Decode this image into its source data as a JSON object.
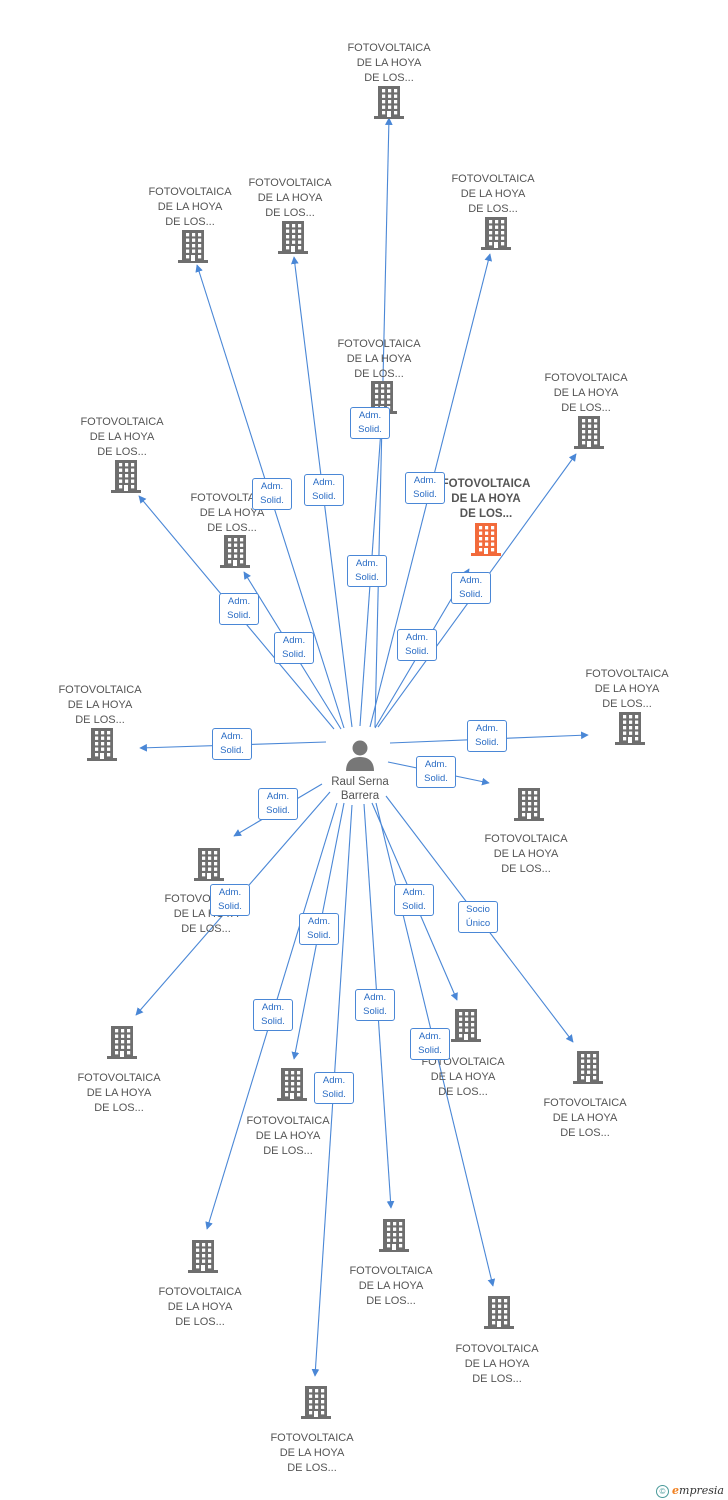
{
  "colors": {
    "edge": "#4a87d6",
    "company_icon": "#6e6e6e",
    "company_icon_highlight": "#f26a3b",
    "person_icon": "#777777",
    "edge_label_text": "#2a6cc4"
  },
  "center": {
    "name": "Raul Serna\nBarrera",
    "icon": "person-icon"
  },
  "companies": [
    {
      "id": "c1",
      "label": "FOTOVOLTAICA\nDE LA HOYA\nDE LOS...",
      "icon": "building-icon",
      "highlight": false,
      "relation": "Adm.\nSolid."
    },
    {
      "id": "c2",
      "label": "FOTOVOLTAICA\nDE LA HOYA\nDE LOS...",
      "icon": "building-icon",
      "highlight": false,
      "relation": "Adm.\nSolid."
    },
    {
      "id": "c3",
      "label": "FOTOVOLTAICA\nDE LA HOYA\nDE LOS...",
      "icon": "building-icon",
      "highlight": false,
      "relation": "Adm.\nSolid."
    },
    {
      "id": "c4",
      "label": "FOTOVOLTAICA\nDE LA HOYA\nDE LOS...",
      "icon": "building-icon",
      "highlight": false,
      "relation": "Adm.\nSolid."
    },
    {
      "id": "c5",
      "label": "FOTOVOLTAICA\nDE LA HOYA\nDE LOS...",
      "icon": "building-icon",
      "highlight": false,
      "relation": "Adm.\nSolid."
    },
    {
      "id": "c6",
      "label": "FOTOVOLTAICA\nDE LA HOYA\nDE LOS...",
      "icon": "building-icon",
      "highlight": false,
      "relation": "Adm.\nSolid."
    },
    {
      "id": "c7",
      "label": "FOTOVOLTAICA\nDE LA HOYA\nDE LOS...",
      "icon": "building-icon",
      "highlight": false,
      "relation": "Adm.\nSolid."
    },
    {
      "id": "c8",
      "label": "FOTOVOLTAICA\nDE LA HOYA\nDE LOS...",
      "icon": "building-icon",
      "highlight": false,
      "relation": "Adm.\nSolid."
    },
    {
      "id": "c9",
      "label": "FOTOVOLTAICA\nDE LA HOYA\nDE LOS...",
      "icon": "building-icon",
      "highlight": true,
      "relation": "Adm.\nSolid."
    },
    {
      "id": "c10",
      "label": "FOTOVOLTAICA\nDE LA HOYA\nDE LOS...",
      "icon": "building-icon",
      "highlight": false,
      "relation": "Adm.\nSolid."
    },
    {
      "id": "c11",
      "label": "FOTOVOLTAICA\nDE LA HOYA\nDE LOS...",
      "icon": "building-icon",
      "highlight": false,
      "relation": "Adm.\nSolid."
    },
    {
      "id": "c12",
      "label": "FOTOVOLTAICA\nDE LA HOYA\nDE LOS...",
      "icon": "building-icon",
      "highlight": false,
      "relation": "Adm.\nSolid."
    },
    {
      "id": "c13",
      "label": "FOTOVOLTAICA\nDE LA HOYA\nDE LOS...",
      "icon": "building-icon",
      "highlight": false,
      "relation": "Adm.\nSolid."
    },
    {
      "id": "c14",
      "label": "FOTOVOLTAICA\nDE LA HOYA\nDE LOS...",
      "icon": "building-icon",
      "highlight": false,
      "relation": "Adm.\nSolid."
    },
    {
      "id": "c15",
      "label": "FOTOVOLTAICA\nDE LA HOYA\nDE LOS...",
      "icon": "building-icon",
      "highlight": false,
      "relation": "Adm.\nSolid."
    },
    {
      "id": "c16",
      "label": "FOTOVOLTAICA\nDE LA HOYA\nDE LOS...",
      "icon": "building-icon",
      "highlight": false,
      "relation": "Adm.\nSolid."
    },
    {
      "id": "c17",
      "label": "FOTOVOLTAICA\nDE LA HOYA\nDE LOS...",
      "icon": "building-icon",
      "highlight": false,
      "relation": "Adm.\nSolid."
    },
    {
      "id": "c18",
      "label": "FOTOVOLTAICA\nDE LA HOYA\nDE LOS...",
      "icon": "building-icon",
      "highlight": false,
      "relation": "Socio\nÚnico"
    },
    {
      "id": "c19",
      "label": "FOTOVOLTAICA\nDE LA HOYA\nDE LOS...",
      "icon": "building-icon",
      "highlight": false,
      "relation": "Adm.\nSolid."
    },
    {
      "id": "c20",
      "label": "FOTOVOLTAICA\nDE LA HOYA\nDE LOS...",
      "icon": "building-icon",
      "highlight": false,
      "relation": "Adm.\nSolid."
    },
    {
      "id": "c21",
      "label": "FOTOVOLTAICA\nDE LA HOYA\nDE LOS...",
      "icon": "building-icon",
      "highlight": false,
      "relation": "Adm.\nSolid."
    },
    {
      "id": "c22",
      "label": "FOTOVOLTAICA\nDE LA HOYA\nDE LOS...",
      "icon": "building-icon",
      "highlight": false,
      "relation": "Adm.\nSolid."
    }
  ],
  "footer": {
    "copyright_symbol": "©",
    "brand_first": "e",
    "brand_rest": "mpresia"
  }
}
